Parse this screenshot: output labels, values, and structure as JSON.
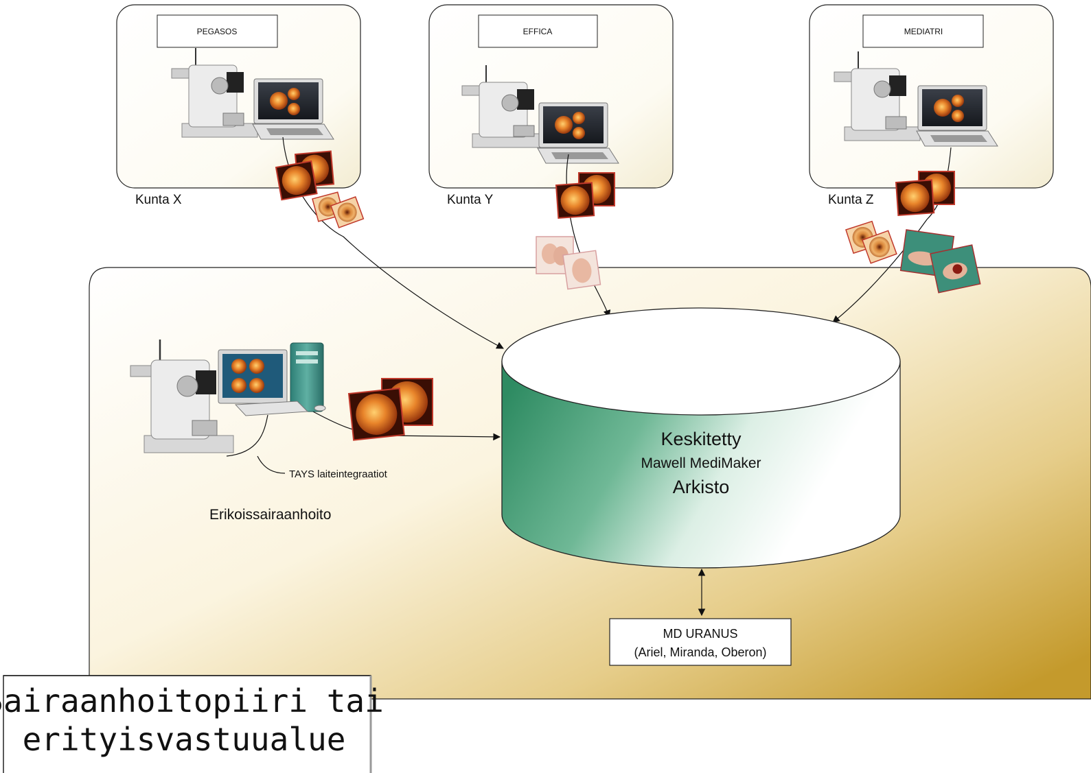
{
  "sites": [
    {
      "system": "PEGASOS",
      "municipality": "Kunta X"
    },
    {
      "system": "EFFICA",
      "municipality": "Kunta Y"
    },
    {
      "system": "MEDIATRI",
      "municipality": "Kunta Z"
    }
  ],
  "hospital": {
    "label": "Erikoissairaanhoito",
    "integration_label": "TAYS laiteintegraatiot"
  },
  "archive": {
    "line1": "Keskitetty",
    "line2": "Mawell MediMaker",
    "line3": "Arkisto"
  },
  "viewer": {
    "line1": "MD URANUS",
    "line2": "(Ariel, Miranda, Oberon)"
  },
  "region": {
    "line1": "Sairaanhoitopiiri tai",
    "line2": "erityisvastuualue"
  },
  "icons": [
    "fundus-camera-icon",
    "laptop-icon",
    "desktop-computer-icon",
    "fundus-photo-icon",
    "endoscopy-photo-icon",
    "clinical-photo-icon"
  ],
  "colors": {
    "archive_green": "#2e8b62",
    "region_gold": "#c49a2c",
    "fundus_orange": "#e0781e"
  }
}
